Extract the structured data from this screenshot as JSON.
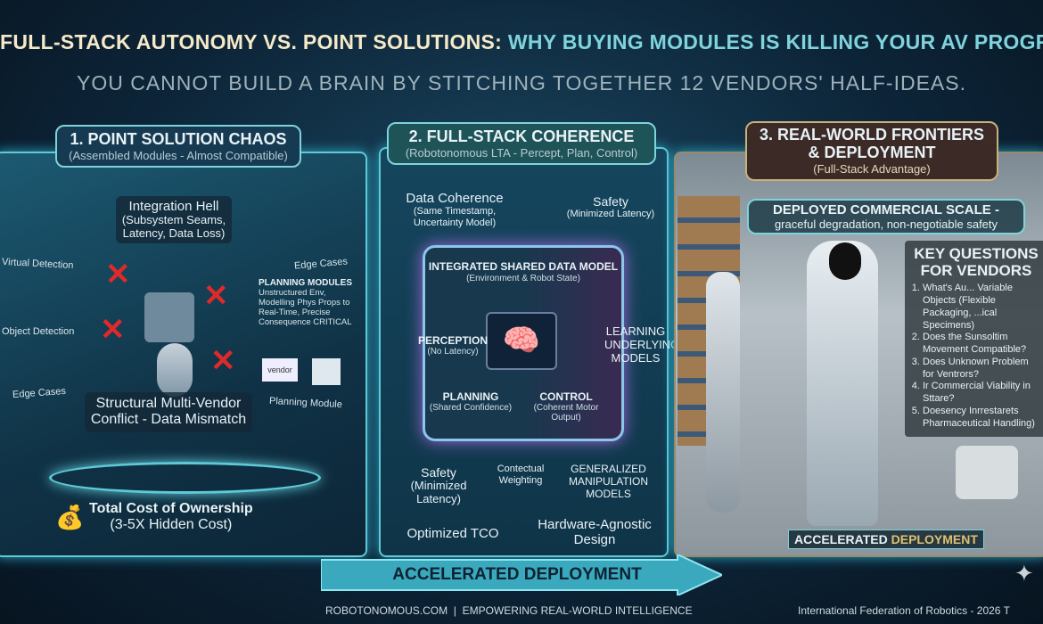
{
  "title": {
    "part1": "FULL-STACK AUTONOMY VS. POINT SOLUTIONS:",
    "part2": "WHY BUYING MODULES IS KILLING YOUR AV PROGRAM"
  },
  "subtitle": "YOU CANNOT BUILD A BRAIN BY STITCHING TOGETHER 12 VENDORS' HALF-IDEAS.",
  "section1": {
    "title": "1. POINT SOLUTION CHAOS",
    "subtitle": "(Assembled Modules - Almost Compatible)",
    "integration": {
      "title": "Integration Hell",
      "detail": "(Subsystem Seams, Latency, Data Loss)"
    },
    "left_labels": [
      "Virtual Detection",
      "Object Detection",
      "Edge Cases"
    ],
    "right_labels": {
      "edge": "Edge Cases",
      "planning_title": "PLANNING MODULES",
      "planning_text": "Unstructured Env, Modelling Phys Props to Real-Time, Precise Consequence CRITICAL",
      "vendor": "vendor",
      "planning_module": "Planning Module"
    },
    "conflict": "Structural Multi-Vendor Conflict - Data Mismatch",
    "tco": {
      "title": "Total Cost of Ownership",
      "detail": "(3-5X Hidden Cost)"
    }
  },
  "section2": {
    "title": "2. FULL-STACK COHERENCE",
    "subtitle": "(Robotonomous LTA - Percept, Plan, Control)",
    "data_coherence": {
      "title": "Data Coherence",
      "detail": "(Same Timestamp, Uncertainty Model)"
    },
    "safety_top": {
      "title": "Safety",
      "detail": "(Minimized Latency)"
    },
    "chip": {
      "title": "INTEGRATED SHARED DATA MODEL",
      "subtitle": "(Environment & Robot State)",
      "perception": "PERCEPTION",
      "perception_detail": "(No Latency)",
      "planning": "PLANNING",
      "planning_detail": "(Shared Confidence)",
      "control": "CONTROL",
      "control_detail": "(Coherent Motor Output)"
    },
    "learning": "LEARNING UNDERLYING MODELS",
    "safety_bottom": {
      "title": "Safety",
      "detail": "(Minimized Latency)"
    },
    "contextual": "Contectual Weighting",
    "generalized": "GENERALIZED MANIPULATION MODELS",
    "tco": "Optimized TCO",
    "hardware": "Hardware-Agnostic Design"
  },
  "section3": {
    "title": "3. REAL-WORLD FRONTIERS & DEPLOYMENT",
    "subtitle": "(Full-Stack Advantage)",
    "deployed": {
      "title": "DEPLOYED COMMERCIAL SCALE -",
      "detail": "graceful degradation, non-negotiable safety"
    },
    "key_questions": {
      "title": "KEY QUESTIONS FOR VENDORS",
      "items": [
        "What's Au... Variable Objects (Flexible Packaging, ...ical Specimens)",
        "Does the Sunsoltim Movement Compatible?",
        "Does Unknown Problem for Ventrors?",
        "Ir Commercial Viability in Sttare?",
        "Doesency Inrrestarets Pharmaceutical Handling)"
      ]
    },
    "banner": {
      "a": "ACCELERATED ",
      "b": "DEPLOYMENT"
    }
  },
  "arrow_label": "ACCELERATED DEPLOYMENT",
  "footer": {
    "left": "ROBOTONOMOUS.COM  |  EMPOWERING REAL-WORLD INTELLIGENCE",
    "right": "International Federation of Robotics - 2026 T"
  },
  "colors": {
    "accent_teal": "#7fd3dc",
    "error_red": "#e02a2a",
    "background": "#0b1a2a"
  }
}
